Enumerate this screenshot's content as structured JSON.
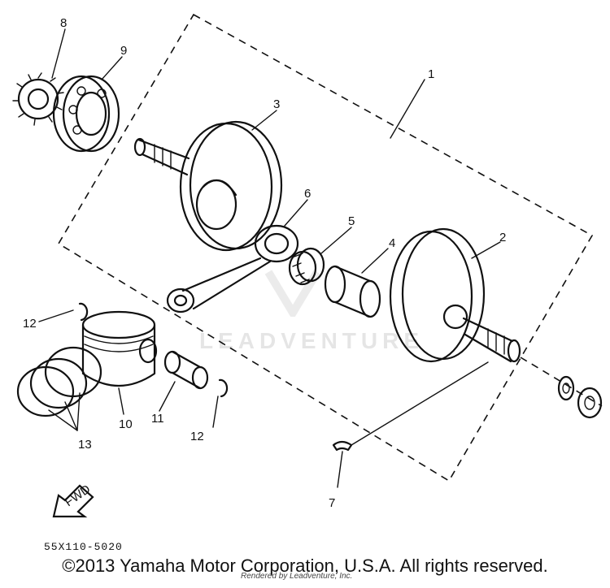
{
  "diagram": {
    "callouts": [
      "1",
      "2",
      "3",
      "4",
      "5",
      "6",
      "7",
      "8",
      "9",
      "10",
      "11",
      "12",
      "12",
      "13"
    ],
    "arrow_label": "FWD",
    "part_code": "55X110-5020",
    "copyright": "©2013 Yamaha Motor Corporation, U.S.A. All rights reserved.",
    "credit": "Rendered by Leadventure, Inc.",
    "watermark": "LEADVENTURE"
  }
}
